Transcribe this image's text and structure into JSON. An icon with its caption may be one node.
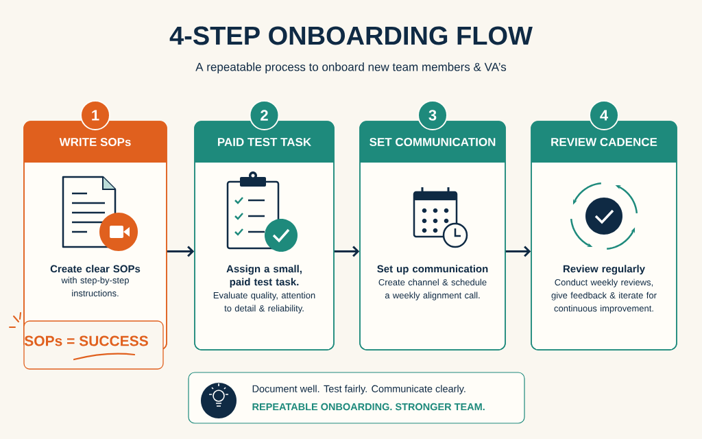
{
  "diagram": {
    "title": "4-STEP ONBOARDING FLOW",
    "nodes": [
      {
        "text": [
          "1",
          "WRITE SOPs",
          "Create clear SOPs",
          "with step-by-step instructions."
        ]
      },
      {
        "text": [
          "SOPs = SUCCESS"
        ]
      },
      {
        "text": [
          "2",
          "PAID TEST TASK",
          "Assign a small, paid test task.",
          "Evaluate quality, attention to detail & reliability."
        ]
      },
      {
        "text": [
          "3",
          "SET COMMUNICATION",
          "Set up communication",
          "Create channel & schedule a weekly alignment call."
        ]
      },
      {
        "text": [
          "4",
          "REVIEW CADENCE",
          "Review regularly",
          "Conduct weekly reviews, give feedback & iterate for continuous improvement."
        ]
      },
      {
        "text": [
          "Document well. Test fairly. Communicate clearly.",
          "REPEATABLE ONBOARDING. STRONGER TEAM."
        ]
      }
    ],
    "edges": [
      {
        "from": 0,
        "to": 2,
        "arrow": "to"
      },
      {
        "from": 2,
        "to": 3,
        "arrow": "to"
      },
      {
        "from": 3,
        "to": 4,
        "arrow": "to"
      }
    ],
    "labels": [
      "A repeatable process to onboard new team members & VA’s"
    ]
  }
}
